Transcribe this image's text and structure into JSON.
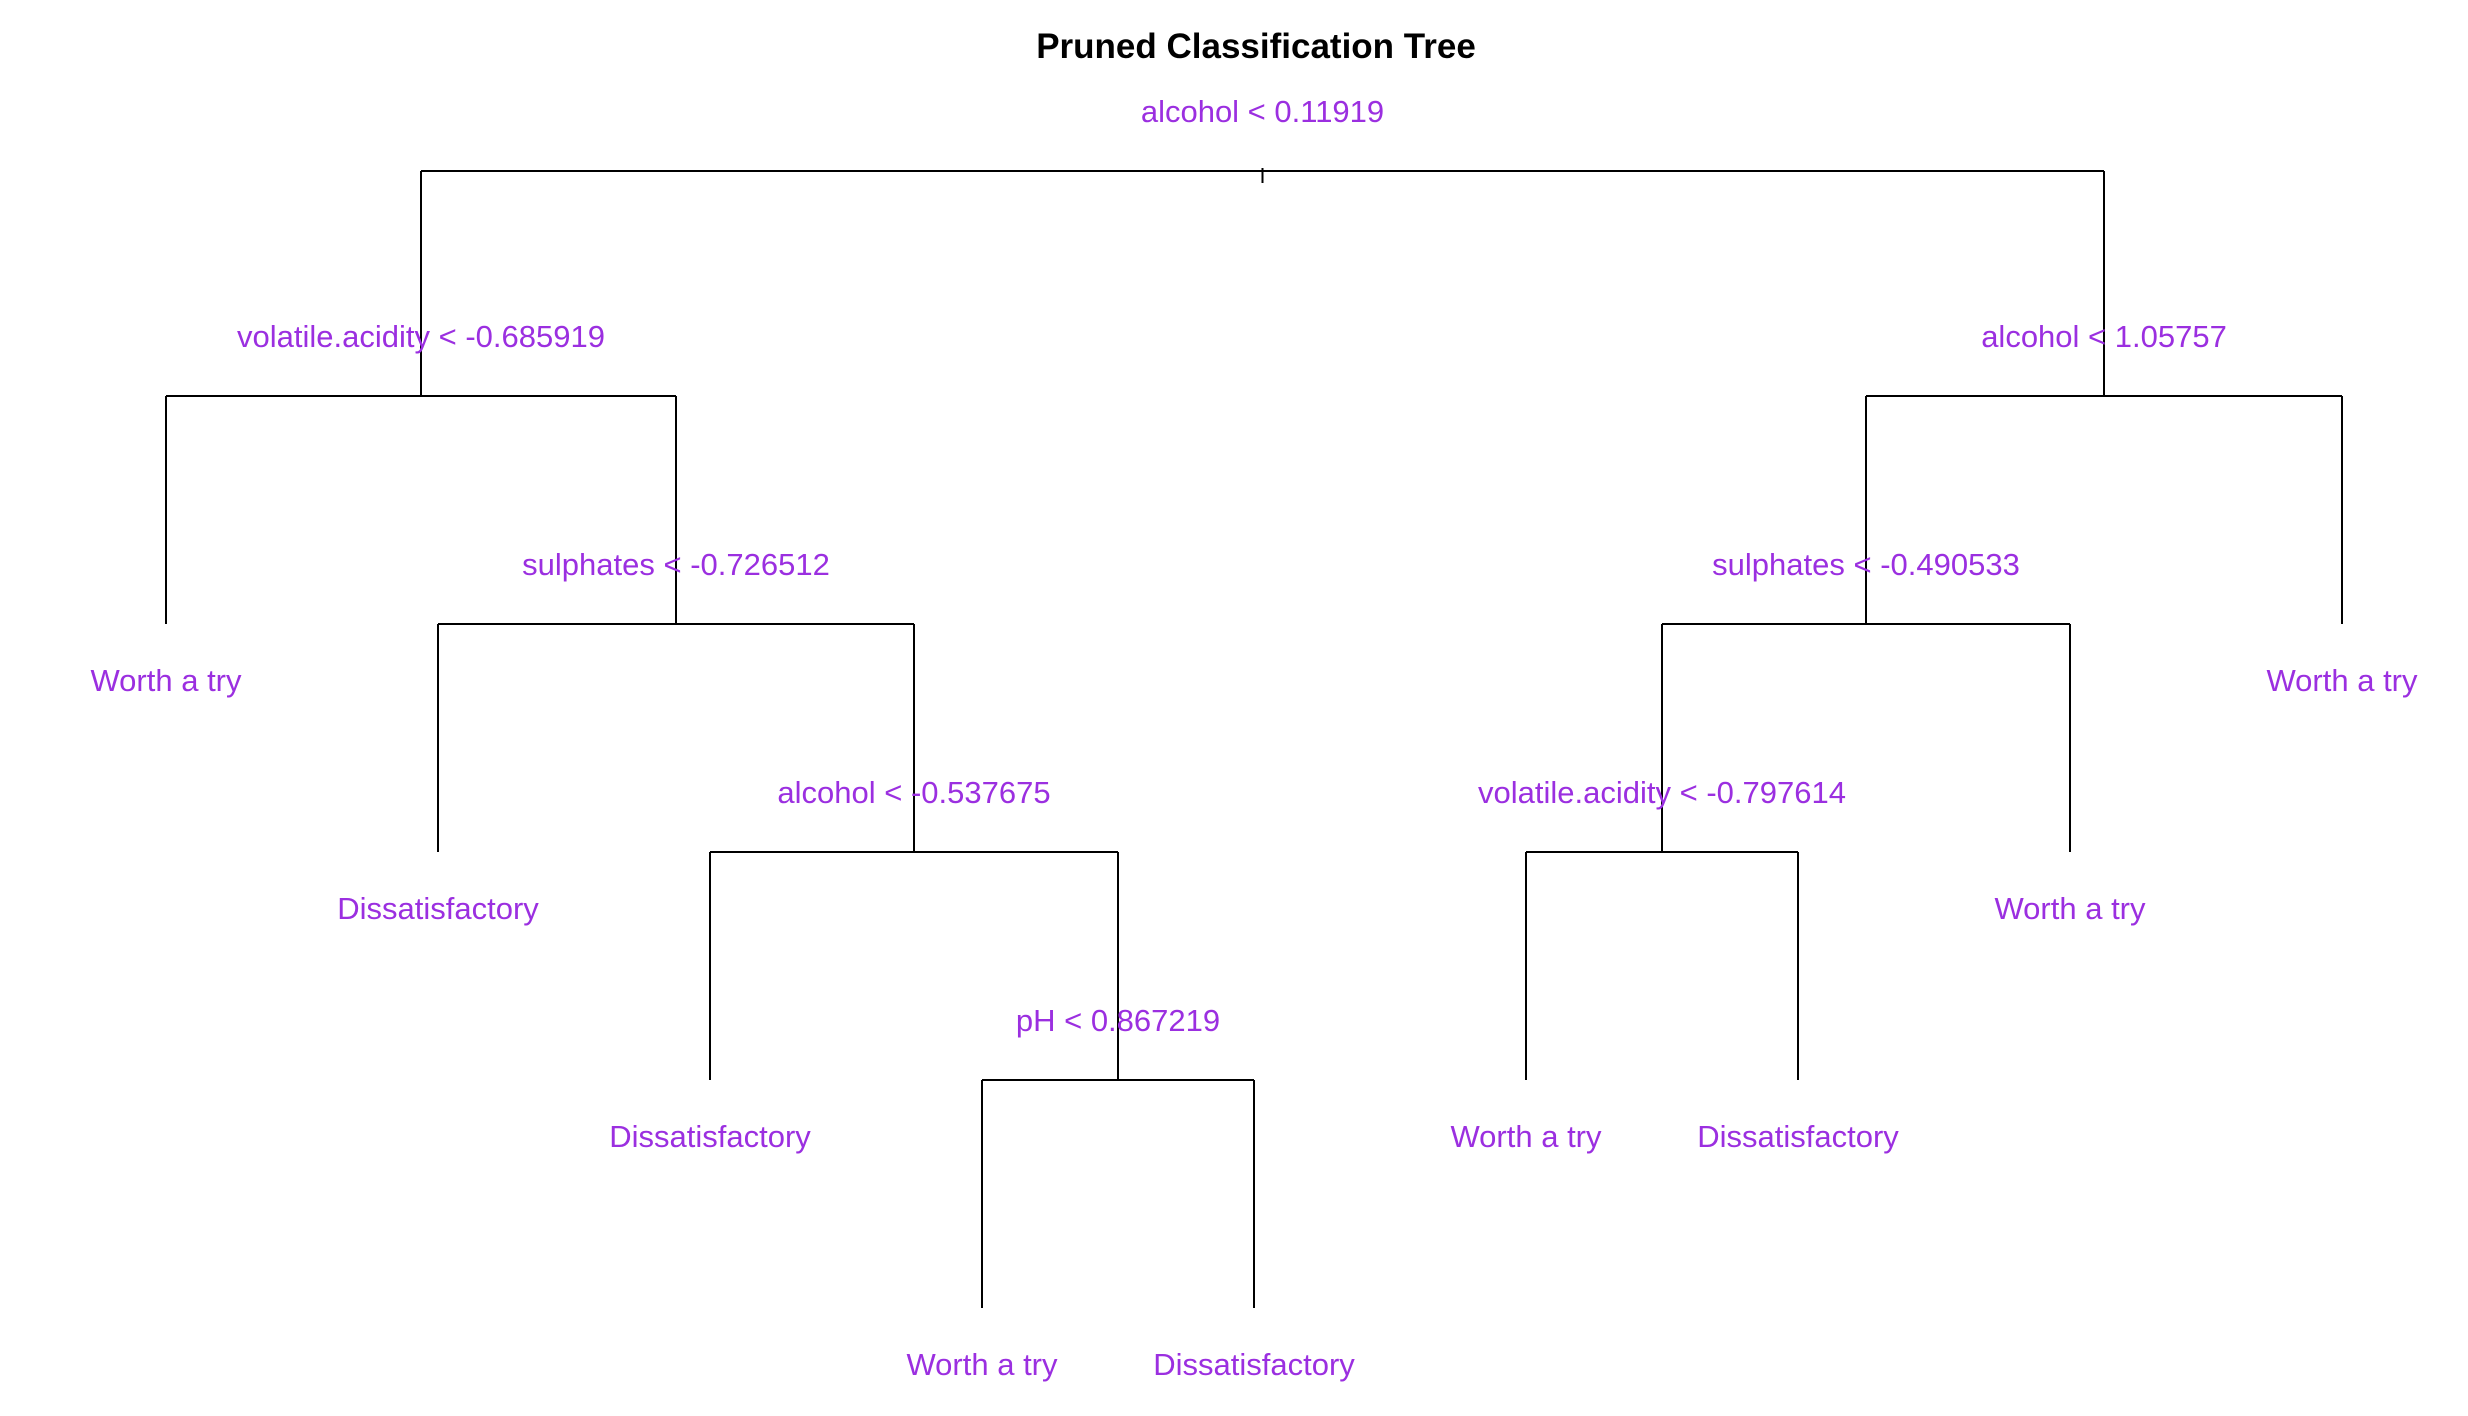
{
  "title": "Pruned Classification Tree",
  "colors": {
    "label": "#9b2fe0",
    "lines": "#000000",
    "background": "#ffffff"
  },
  "tree": {
    "split": "alcohol < 0.11919",
    "left": {
      "split": "volatile.acidity < -0.685919",
      "left": {
        "leaf": "Worth a try"
      },
      "right": {
        "split": "sulphates < -0.726512",
        "left": {
          "leaf": "Dissatisfactory"
        },
        "right": {
          "split": "alcohol < -0.537675",
          "left": {
            "leaf": "Dissatisfactory"
          },
          "right": {
            "split": "pH < 0.867219",
            "left": {
              "leaf": "Worth a try"
            },
            "right": {
              "leaf": "Dissatisfactory"
            }
          }
        }
      }
    },
    "right": {
      "split": "alcohol < 1.05757",
      "left": {
        "split": "sulphates < -0.490533",
        "left": {
          "split": "volatile.acidity < -0.797614",
          "left": {
            "leaf": "Worth a try"
          },
          "right": {
            "leaf": "Dissatisfactory"
          }
        },
        "right": {
          "leaf": "Worth a try"
        }
      },
      "right": {
        "leaf": "Worth a try"
      }
    }
  }
}
